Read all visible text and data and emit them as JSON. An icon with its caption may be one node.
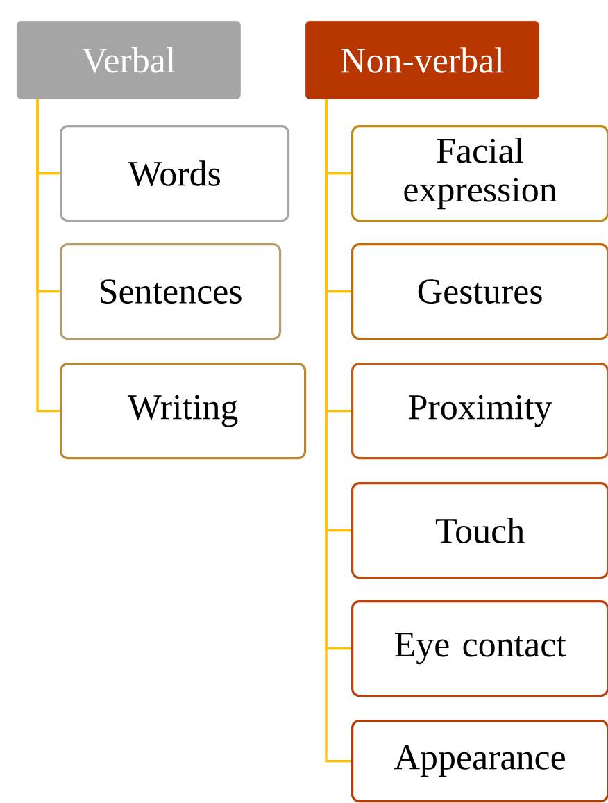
{
  "diagram": {
    "nodes": [
      {
        "text": [
          "Verbal"
        ]
      },
      {
        "text": [
          "Words"
        ]
      },
      {
        "text": [
          "Sentences"
        ]
      },
      {
        "text": [
          "Writing"
        ]
      },
      {
        "text": [
          "Non-verbal"
        ]
      },
      {
        "text": [
          "Facial expression"
        ]
      },
      {
        "text": [
          "Gestures"
        ]
      },
      {
        "text": [
          "Proximity"
        ]
      },
      {
        "text": [
          "Touch"
        ]
      },
      {
        "text": [
          "Eye contact"
        ]
      },
      {
        "text": [
          "Appearance"
        ]
      }
    ],
    "edges": [
      {
        "from": 0,
        "to": 1,
        "arrow": "none"
      },
      {
        "from": 0,
        "to": 2,
        "arrow": "none"
      },
      {
        "from": 0,
        "to": 3,
        "arrow": "none"
      },
      {
        "from": 4,
        "to": 5,
        "arrow": "none"
      },
      {
        "from": 4,
        "to": 6,
        "arrow": "none"
      },
      {
        "from": 4,
        "to": 7,
        "arrow": "none"
      },
      {
        "from": 4,
        "to": 8,
        "arrow": "none"
      },
      {
        "from": 4,
        "to": 9,
        "arrow": "none"
      },
      {
        "from": 4,
        "to": 10,
        "arrow": "none"
      }
    ]
  }
}
